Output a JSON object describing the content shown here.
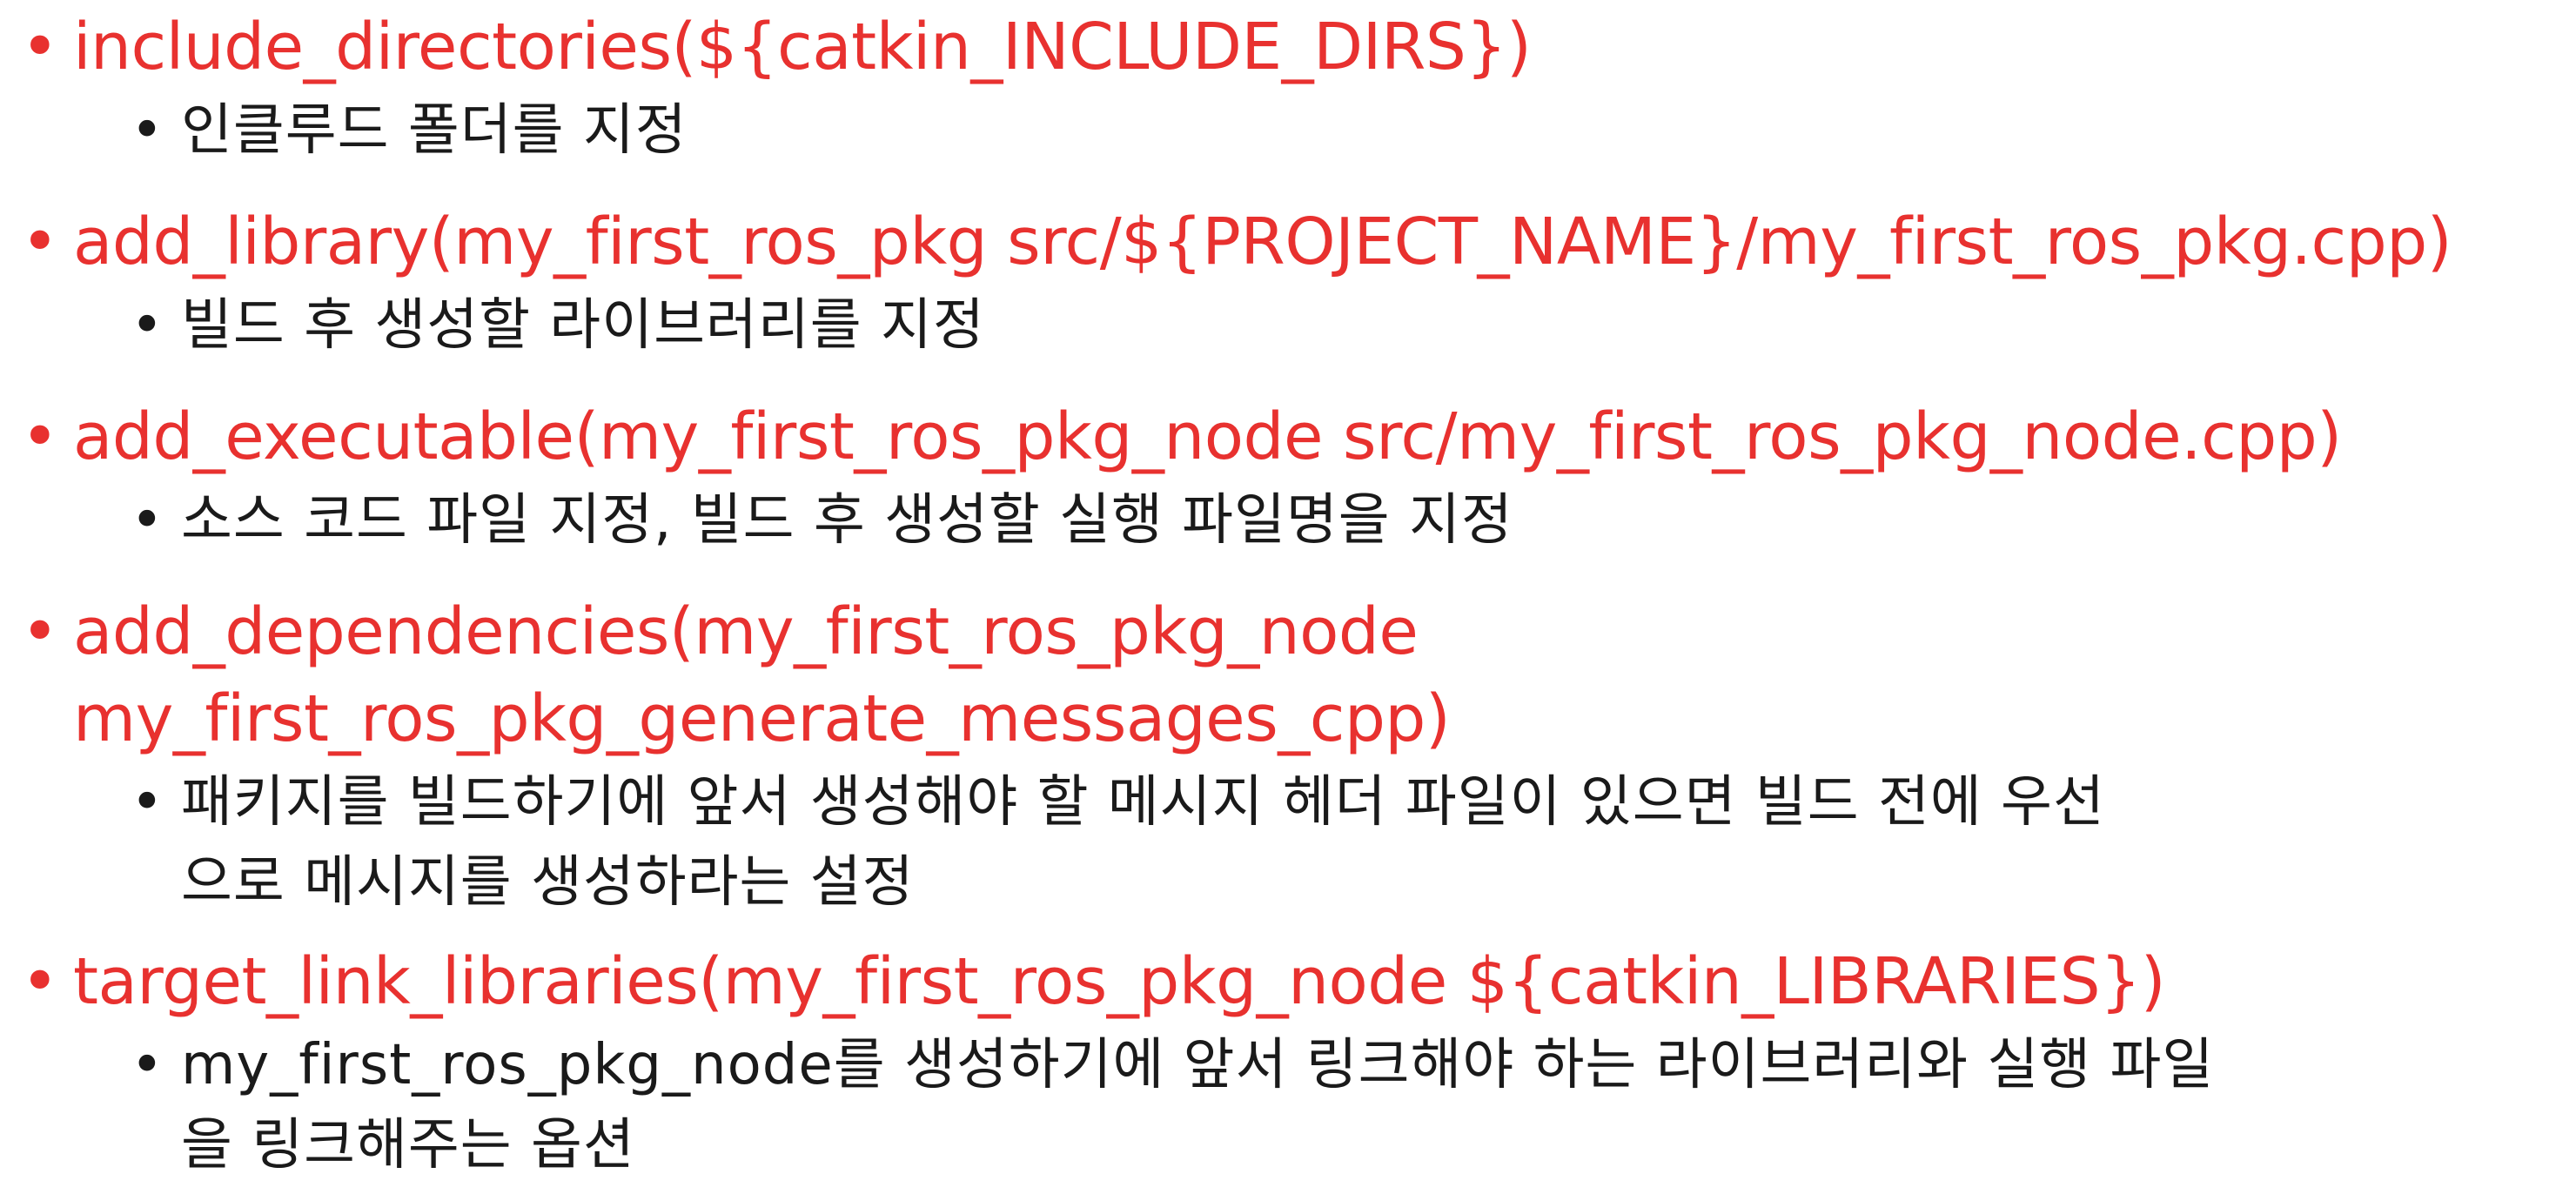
{
  "items": [
    {
      "code_lines": [
        "include_directories(${catkin_INCLUDE_DIRS})"
      ],
      "desc_lines": [
        "인클루드 폴더를 지정"
      ]
    },
    {
      "code_lines": [
        "add_library(my_first_ros_pkg src/${PROJECT_NAME}/my_first_ros_pkg.cpp)"
      ],
      "desc_lines": [
        "빌드 후 생성할 라이브러리를 지정"
      ]
    },
    {
      "code_lines": [
        "add_executable(my_first_ros_pkg_node src/my_first_ros_pkg_node.cpp)"
      ],
      "desc_lines": [
        "소스 코드 파일 지정, 빌드 후 생성할 실행 파일명을 지정"
      ]
    },
    {
      "code_lines": [
        "add_dependencies(my_first_ros_pkg_node",
        "my_first_ros_pkg_generate_messages_cpp)"
      ],
      "desc_lines": [
        "패키지를 빌드하기에 앞서 생성해야 할 메시지 헤더 파일이 있으면 빌드 전에 우선",
        "으로 메시지를 생성하라는 설정"
      ]
    },
    {
      "code_lines": [
        "target_link_libraries(my_first_ros_pkg_node ${catkin_LIBRARIES})"
      ],
      "desc_lines": [
        "my_first_ros_pkg_node를 생성하기에 앞서 링크해야 하는 라이브러리와 실행 파일",
        "을 링크해주는 옵션"
      ]
    }
  ]
}
